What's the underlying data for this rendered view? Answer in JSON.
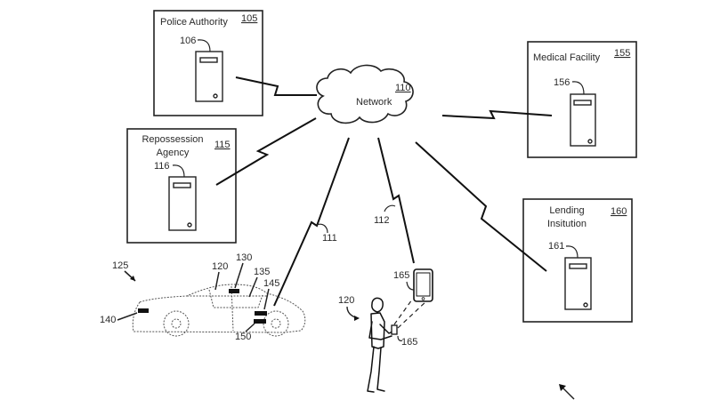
{
  "network": {
    "label": "Network",
    "ref": "110"
  },
  "entities": [
    {
      "id": "police",
      "label_lines": [
        "Police Authority"
      ],
      "ref": "105",
      "server_ref": "106"
    },
    {
      "id": "repo",
      "label_lines": [
        "Repossession",
        "Agency"
      ],
      "ref": "115",
      "server_ref": "116"
    },
    {
      "id": "medical",
      "label_lines": [
        "Medical Facility"
      ],
      "ref": "155",
      "server_ref": "156"
    },
    {
      "id": "lending",
      "label_lines": [
        "Lending",
        "Insitution"
      ],
      "ref": "160",
      "server_ref": "161"
    }
  ],
  "links": {
    "vehicle_link_ref": "111",
    "device_link_ref": "112"
  },
  "vehicle": {
    "ref": "125",
    "occupant_ref": "120",
    "component_refs": [
      "130",
      "135",
      "140",
      "145",
      "150"
    ]
  },
  "person": {
    "ref": "120",
    "handheld_ref": "165",
    "device_ref": "165"
  },
  "figure_arrow": "↖"
}
